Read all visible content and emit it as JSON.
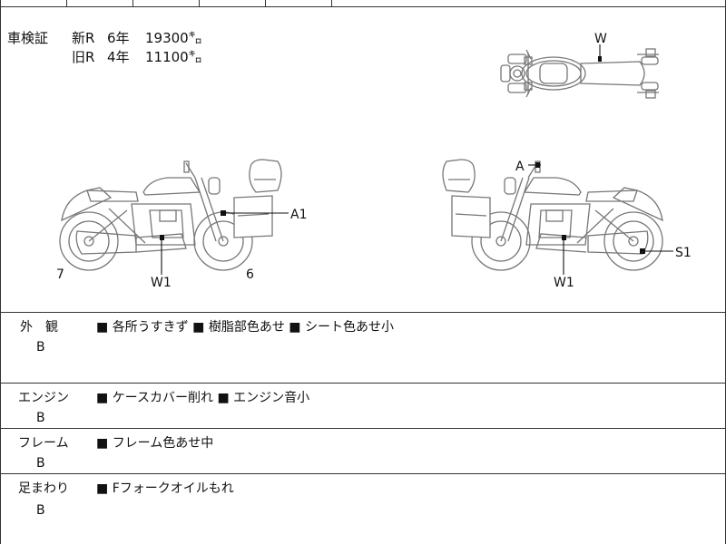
{
  "header_cells": [
    "",
    "",
    "",
    "",
    "",
    ""
  ],
  "inspection": {
    "label": "車検証",
    "rows": [
      {
        "type": "新R",
        "years": "6年",
        "weight": "19300㌔"
      },
      {
        "type": "旧R",
        "years": "4年",
        "weight": "11100㌔"
      }
    ]
  },
  "damage_marks": {
    "top_view": [
      "W"
    ],
    "left_side": [
      "A1",
      "W1",
      "7",
      "6"
    ],
    "right_side": [
      "A",
      "W1",
      "S1"
    ]
  },
  "sections": [
    {
      "name": "外　観",
      "grade": "B",
      "bullet": "■",
      "notes": [
        "各所うすきず",
        "樹脂部色あせ",
        "シート色あせ小"
      ]
    },
    {
      "name": "エンジン",
      "grade": "B",
      "bullet": "■",
      "notes": [
        "ケースカバー削れ",
        "エンジン音小"
      ]
    },
    {
      "name": "フレーム",
      "grade": "B",
      "bullet": "■",
      "notes": [
        "フレーム色あせ中"
      ]
    },
    {
      "name": "足まわり",
      "grade": "B",
      "bullet": "■",
      "notes": [
        "Fフォークオイルもれ"
      ]
    }
  ]
}
